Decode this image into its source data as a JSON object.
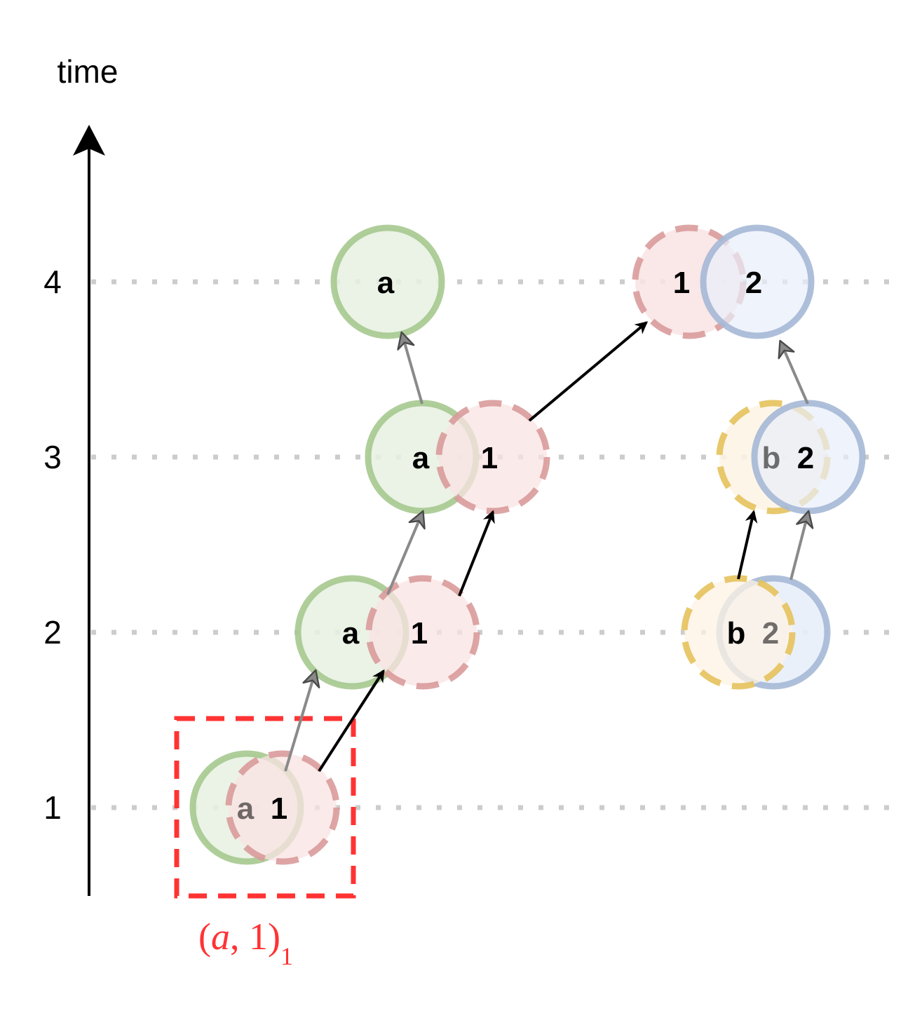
{
  "axis": {
    "title": "time",
    "levels": [
      "1",
      "2",
      "3",
      "4"
    ]
  },
  "colors": {
    "green_stroke": "#a6c98f",
    "green_fill": "#e6f1e1",
    "red_stroke": "#d99b9b",
    "red_fill": "#f9e3e3",
    "blue_stroke": "#a5b8d6",
    "blue_fill": "#e8eefa",
    "yellow_stroke": "#e6c25c",
    "yellow_fill": "#fdf3e4",
    "highlight": "#ff3333",
    "gridline": "#cccccc"
  },
  "nodes": {
    "t1_a": "a",
    "t1_1": "1",
    "t2_a": "a",
    "t2_1": "1",
    "t3_a": "a",
    "t3_1": "1",
    "t4_a": "a",
    "t4_1": "1",
    "t4_2": "2",
    "t3_b": "b",
    "t3_2": "2",
    "t2_b": "b",
    "t2_2": "2"
  },
  "annotation": {
    "open": "(",
    "var": "a",
    "sep": ", 1)",
    "sub": "1"
  }
}
